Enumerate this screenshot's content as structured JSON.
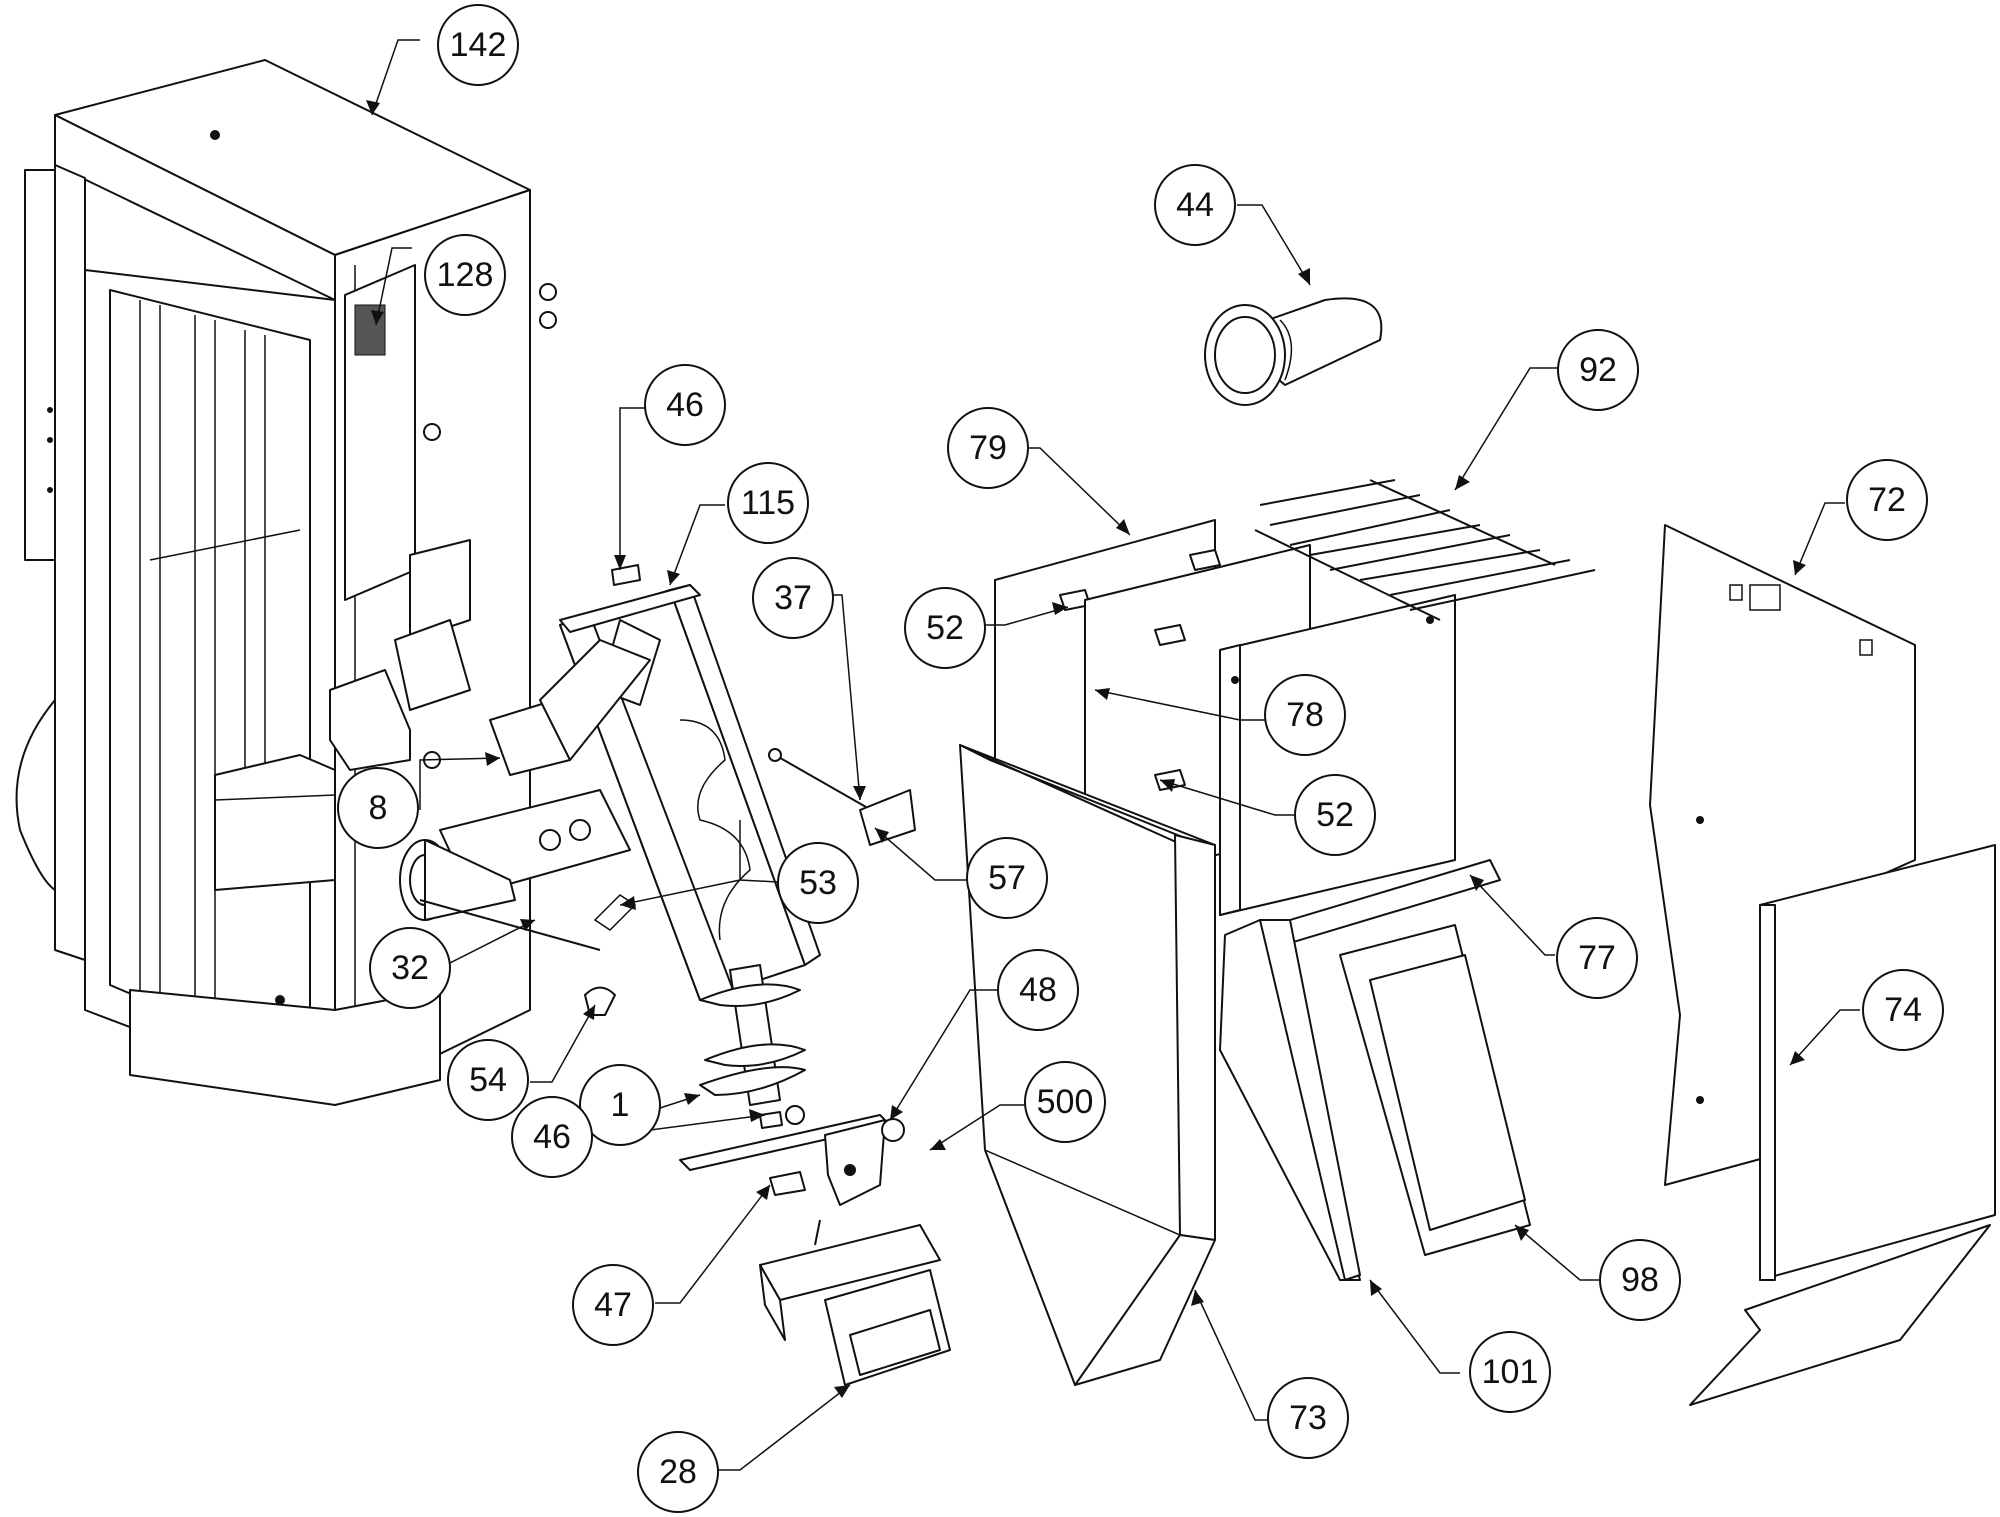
{
  "callouts": [
    {
      "id": "c142",
      "label": "142"
    },
    {
      "id": "c128",
      "label": "128"
    },
    {
      "id": "c46a",
      "label": "46"
    },
    {
      "id": "c115",
      "label": "115"
    },
    {
      "id": "c37",
      "label": "37"
    },
    {
      "id": "c44",
      "label": "44"
    },
    {
      "id": "c92",
      "label": "92"
    },
    {
      "id": "c79",
      "label": "79"
    },
    {
      "id": "c72",
      "label": "72"
    },
    {
      "id": "c52a",
      "label": "52"
    },
    {
      "id": "c78",
      "label": "78"
    },
    {
      "id": "c52b",
      "label": "52"
    },
    {
      "id": "c8",
      "label": "8"
    },
    {
      "id": "c53",
      "label": "53"
    },
    {
      "id": "c57",
      "label": "57"
    },
    {
      "id": "c77",
      "label": "77"
    },
    {
      "id": "c32",
      "label": "32"
    },
    {
      "id": "c48",
      "label": "48"
    },
    {
      "id": "c74",
      "label": "74"
    },
    {
      "id": "c54",
      "label": "54"
    },
    {
      "id": "c1",
      "label": "1"
    },
    {
      "id": "c500",
      "label": "500"
    },
    {
      "id": "c46b",
      "label": "46"
    },
    {
      "id": "c98",
      "label": "98"
    },
    {
      "id": "c47",
      "label": "47"
    },
    {
      "id": "c101",
      "label": "101"
    },
    {
      "id": "c73",
      "label": "73"
    },
    {
      "id": "c28",
      "label": "28"
    }
  ]
}
